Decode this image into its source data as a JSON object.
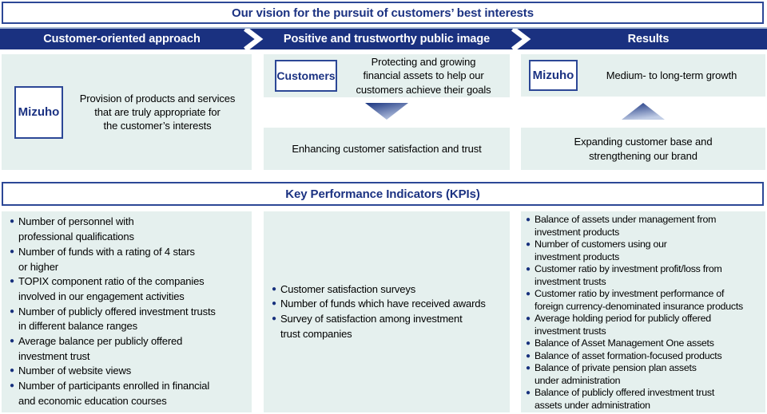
{
  "title": "Our vision for the pursuit of customers’ best interests",
  "flow_header": {
    "steps": [
      {
        "label": "Customer-oriented approach"
      },
      {
        "label": "Positive and trustworthy public image"
      },
      {
        "label": "Results"
      }
    ]
  },
  "vision": {
    "customer_approach": {
      "actor": "Mizuho",
      "text": "Provision of products and services\nthat are truly appropriate for\nthe customer’s interests"
    },
    "public_image": {
      "actor": "Customers",
      "top_text": "Protecting and growing\nfinancial assets to help our\ncustomers achieve their goals",
      "arrow": "down-arrow",
      "bottom_text": "Enhancing customer satisfaction and trust"
    },
    "results": {
      "actor": "Mizuho",
      "top_text": "Medium- to long-term growth",
      "arrow": "up-arrow",
      "bottom_text": "Expanding customer base and\nstrengthening our brand"
    }
  },
  "kpi": {
    "title": "Key Performance Indicators (KPIs)",
    "columns": [
      {
        "items": [
          "Number of personnel with\nprofessional qualifications",
          "Number of funds with a rating of 4 stars\nor higher",
          "TOPIX component ratio of the companies\ninvolved in our engagement activities",
          "Number of publicly offered investment trusts\nin different balance ranges",
          "Average balance per publicly offered\ninvestment trust",
          "Number of website views",
          "Number of participants enrolled in financial\nand economic education courses"
        ]
      },
      {
        "items": [
          "Customer satisfaction surveys",
          "Number of funds which have received awards",
          "Survey of satisfaction among investment\ntrust companies"
        ]
      },
      {
        "items": [
          "Balance of assets under management from\ninvestment products",
          "Number of customers using our\ninvestment products",
          "Customer ratio by investment profit/loss from\ninvestment trusts",
          "Customer ratio by investment performance of\nforeign currency-denominated insurance products",
          "Average holding period for publicly offered\ninvestment trusts",
          "Balance of Asset Management One assets",
          "Balance of asset formation-focused products",
          "Balance of private pension plan assets\nunder administration",
          "Balance of publicly offered investment trust\nassets under administration"
        ]
      }
    ]
  },
  "colors": {
    "navy_band": "#1a3180",
    "navy_text": "#1b3282",
    "border_navy": "#2c4796",
    "light_box": "#e5f0ee",
    "bullet": "#17307d",
    "white": "#ffffff"
  }
}
